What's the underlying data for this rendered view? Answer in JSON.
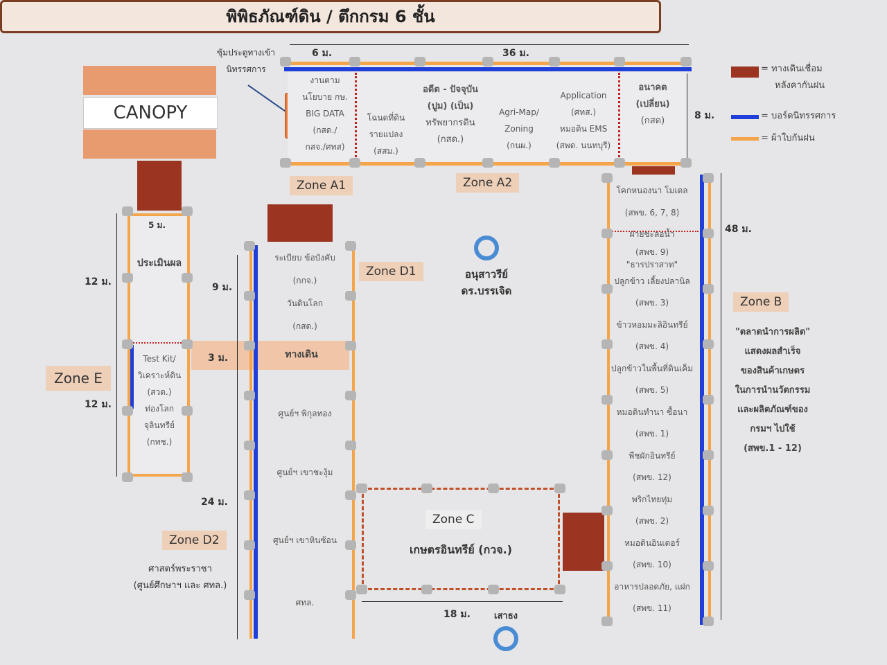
{
  "title": "พิพิธภัณฑ์ดิน / ตึกกรม 6 ชั้น",
  "entrance": {
    "line1": "ซุ้มประตูทางเข้า",
    "line2": "นิทรรศการ"
  },
  "legend": [
    {
      "label1": "= ทางเดินเชื่อม",
      "label2": "หลังคากันฝน",
      "color": "#9b3420"
    },
    {
      "label1": "= บอร์ดนิทรรศการ",
      "color": "#1f3fd8"
    },
    {
      "label1": "= ผ้าใบกันฝน",
      "color": "#f4a54a"
    }
  ],
  "canopy": "CANOPY",
  "dims": {
    "a1": "6 ม.",
    "top": "36 ม.",
    "height_a": "8 ม.",
    "e_width": "5 ม.",
    "e_top": "12 ม.",
    "e_bottom": "12 ม.",
    "d1_top": "9 ม.",
    "walk": "3 ม.",
    "d2": "24 ม.",
    "c": "18 ม.",
    "b": "48 ม."
  },
  "zone_a": {
    "a1_label": "Zone A1",
    "a2_label": "Zone A2",
    "sections": [
      [
        "งานตาม",
        "นโยบาย กษ.",
        "BIG DATA",
        "(กสด./",
        "กสจ./ศทส)"
      ],
      [
        "โฉนดที่ดิน",
        "รายแปลง",
        "(สสม.)"
      ],
      [
        "อดีต - ปัจจุบัน",
        "(ปูม)   (เป็น)",
        "ทรัพยากรดิน",
        "(กสด.)"
      ],
      [
        "Agri-Map/",
        "Zoning",
        "(กนผ.)"
      ],
      [
        "Application",
        "(ศทส.)",
        "หมอดิน EMS",
        "(สพด. นนทบุรี)"
      ],
      [
        "อนาคต",
        "(เปลี่ยน)",
        "(กสด)"
      ]
    ]
  },
  "zone_e": {
    "label": "Zone E",
    "items": [
      "ประเมินผล",
      "Test Kit/",
      "วิเคราะห์ดิน",
      "(สวด.)",
      "ท่องโลก",
      "จุลินทรีย์",
      "(กทช.)"
    ]
  },
  "zone_d1": {
    "label": "Zone D1",
    "items": [
      "ระเบียบ ข้อบังคับ",
      "(กกจ.)",
      "วันดินโลก",
      "(กสด.)"
    ],
    "walkway": "ทางเดิน"
  },
  "zone_d2": {
    "label": "Zone D2",
    "desc1": "ศาสตร์พระราชา",
    "desc2": "(ศูนย์ศึกษาฯ และ ศทล.)",
    "items": [
      "ศูนย์ฯ พิกุลทอง",
      "ศูนย์ฯ เขาชะงุ้ม",
      "ศูนย์ฯ เขาหินซ้อน",
      "ศทล."
    ]
  },
  "monument": {
    "line1": "อนุสาวรีย์",
    "line2": "ดร.บรรเจิด"
  },
  "zone_c": {
    "label": "Zone C",
    "desc": "เกษตรอินทรีย์ (กวจ.)",
    "flag": "เสาธง"
  },
  "zone_b": {
    "label": "Zone B",
    "desc": [
      "\"ตลาดนำการผลิต\"",
      "แสดงผลสำเร็จ",
      "ของสินค้าเกษตร",
      "ในการนำนวัตกรรม",
      "และผลิตภัณฑ์ของ",
      "กรมฯ ไปใช้",
      "(สพข.1 - 12)"
    ],
    "items": [
      "โคกหนองนา โมเดล",
      "(สพข. 6, 7, 8)",
      "ฝายชะลอน้ำ",
      "(สพข. 9)",
      "\"ธารปราสาท\"",
      "ปลูกข้าว เลี้ยงปลานิล",
      "(สพข. 3)",
      "ข้าวหอมมะลิอินทรีย์",
      "(สพข. 4)",
      "ปลูกข้าวในพื้นที่ดินเค็ม",
      "(สพข. 5)",
      "หมอดินทำนา ซื้อนา",
      "(สพข. 1)",
      "พืชผักอินทรีย์",
      "(สพข. 12)",
      "พริกไทยทุ่ม",
      "(สพข. 2)",
      "หมอดินอินเตอร์",
      "(สพข. 10)",
      "อาหารปลอดภัย, แฝก",
      "(สพข. 11)"
    ]
  }
}
